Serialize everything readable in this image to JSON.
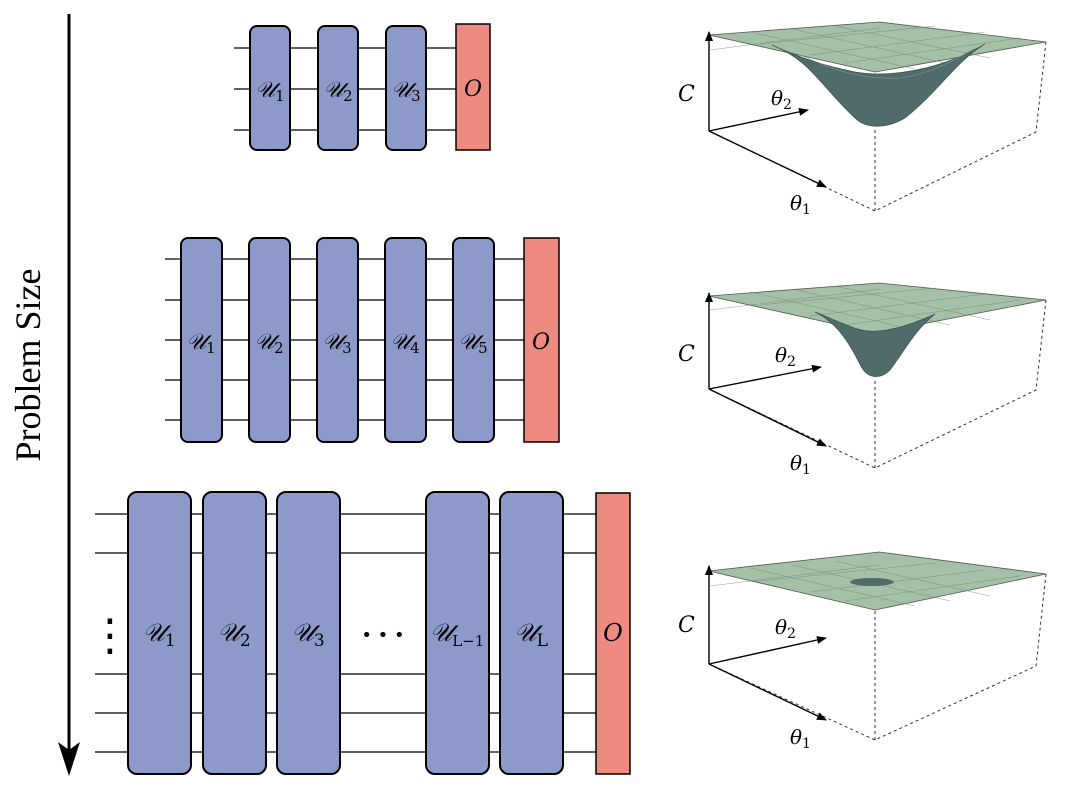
{
  "side_label": "Problem Size",
  "circuits": [
    {
      "gates": [
        {
          "main": "𝒰",
          "sub": "1"
        },
        {
          "main": "𝒰",
          "sub": "2"
        },
        {
          "main": "𝒰",
          "sub": "3"
        }
      ],
      "observable": "O"
    },
    {
      "gates": [
        {
          "main": "𝒰",
          "sub": "1"
        },
        {
          "main": "𝒰",
          "sub": "2"
        },
        {
          "main": "𝒰",
          "sub": "3"
        },
        {
          "main": "𝒰",
          "sub": "4"
        },
        {
          "main": "𝒰",
          "sub": "5"
        }
      ],
      "observable": "O"
    },
    {
      "gates": [
        {
          "main": "𝒰",
          "sub": "1"
        },
        {
          "main": "𝒰",
          "sub": "2"
        },
        {
          "main": "𝒰",
          "sub": "3"
        },
        {
          "main": "𝒰",
          "sub": "L−1"
        },
        {
          "main": "𝒰",
          "sub": "L"
        }
      ],
      "ellipsis": "• • •",
      "vertical_ellipsis": "⋮",
      "observable": "O"
    }
  ],
  "landscape_axes": {
    "cost": "C",
    "theta2_main": "θ",
    "theta2_sub": "2",
    "theta1_main": "θ",
    "theta1_sub": "1"
  },
  "colors": {
    "unitary": "#8c99c9",
    "observable": "#ef8a80",
    "surface": "#a8c4ac",
    "surface_dark": "#3e5a58"
  }
}
